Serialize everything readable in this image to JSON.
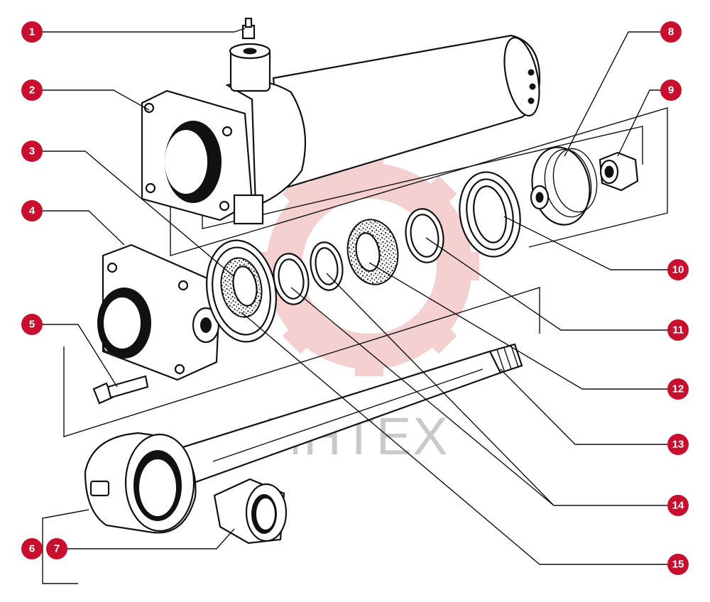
{
  "diagram": {
    "callouts": [
      "1",
      "2",
      "3",
      "4",
      "5",
      "6",
      "7",
      "8",
      "9",
      "10",
      "11",
      "12",
      "13",
      "14",
      "15"
    ]
  },
  "watermark": {
    "text": "ИНТЕХ",
    "color": "#e8b3b3"
  },
  "colors": {
    "badge": "#c8102e",
    "line": "#111111"
  }
}
